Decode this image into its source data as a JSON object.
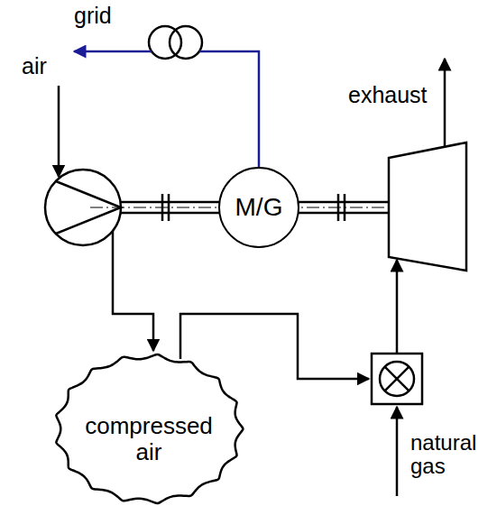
{
  "diagram": {
    "nodes": [
      {
        "text": [
          "M/G"
        ]
      },
      {
        "text": [
          "compressed air"
        ]
      }
    ],
    "labels": [
      "grid",
      "air",
      "exhaust",
      "natural gas"
    ]
  }
}
